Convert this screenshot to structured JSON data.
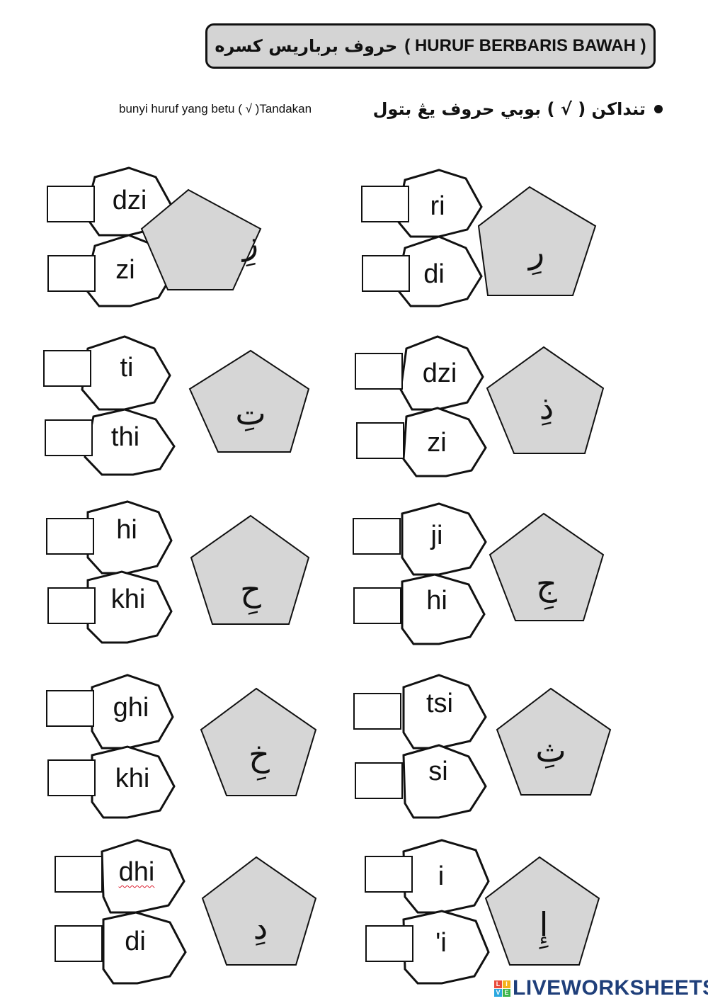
{
  "header": {
    "title_arabic": "حروف برباريس كسره",
    "title_latin": "( HURUF BERBARIS BAWAH )"
  },
  "instructions": {
    "arabic": "تنداكن ( √ ) بوبي حروف يڠ بتول",
    "latin": "bunyi huruf yang betu ( √ )Tandakan"
  },
  "items": [
    {
      "letter": "زِ",
      "options": [
        "dzi",
        "zi"
      ]
    },
    {
      "letter": "رِ",
      "options": [
        "ri",
        "di"
      ]
    },
    {
      "letter": "تِ",
      "options": [
        "ti",
        "thi"
      ]
    },
    {
      "letter": "ذِ",
      "options": [
        "dzi",
        "zi"
      ]
    },
    {
      "letter": "حِ",
      "options": [
        "hi",
        "khi"
      ]
    },
    {
      "letter": "جِ",
      "options": [
        "ji",
        "hi"
      ]
    },
    {
      "letter": "خِ",
      "options": [
        "ghi",
        "khi"
      ]
    },
    {
      "letter": "ثِ",
      "options": [
        "tsi",
        "si"
      ]
    },
    {
      "letter": "دِ",
      "options": [
        "dhi",
        "di"
      ]
    },
    {
      "letter": "إِ",
      "options": [
        "i",
        "'i"
      ]
    }
  ],
  "footer": {
    "logo_letters": [
      "L",
      "I",
      "V",
      "E"
    ],
    "logo_colors": [
      "#e94b3c",
      "#f5b21a",
      "#2aa7df",
      "#3cb54a"
    ],
    "logo_text": "LIVEWORKSHEETS"
  },
  "colors": {
    "pentagon_fill": "#d6d6d6",
    "title_box_fill": "#d4d4d4",
    "logo_blue": "#1f3f7a"
  }
}
